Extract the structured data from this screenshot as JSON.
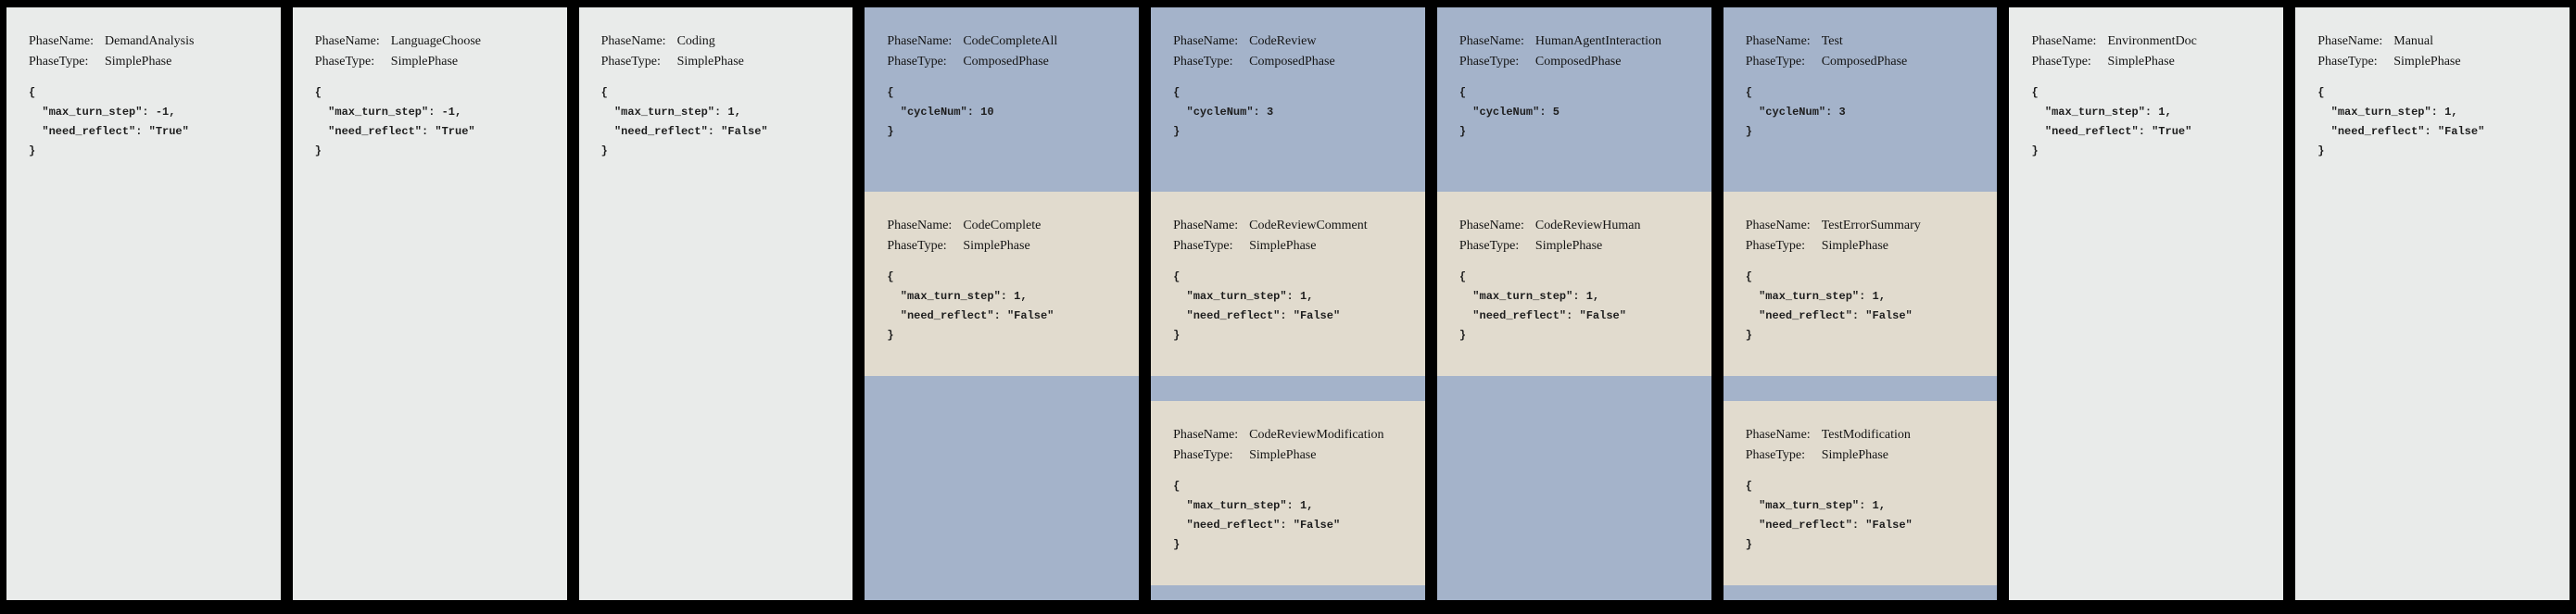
{
  "page": {
    "background": "#000000",
    "colors": {
      "simple_phase_bg": "#e9ebea",
      "composed_phase_bg": "#a4b3ca",
      "nested_simple_phase_bg": "#e1dbce",
      "text": "#141414"
    }
  },
  "labels": {
    "phase_name": "PhaseName:",
    "phase_type": "PhaseType:"
  },
  "phases": [
    {
      "name": "DemandAnalysis",
      "type": "SimplePhase",
      "config": "{\n  \"max_turn_step\": -1,\n  \"need_reflect\": \"True\"\n}"
    },
    {
      "name": "LanguageChoose",
      "type": "SimplePhase",
      "config": "{\n  \"max_turn_step\": -1,\n  \"need_reflect\": \"True\"\n}"
    },
    {
      "name": "Coding",
      "type": "SimplePhase",
      "config": "{\n  \"max_turn_step\": 1,\n  \"need_reflect\": \"False\"\n}"
    },
    {
      "name": "CodeCompleteAll",
      "type": "ComposedPhase",
      "config": "{\n  \"cycleNum\": 10\n}",
      "children": [
        {
          "name": "CodeComplete",
          "type": "SimplePhase",
          "config": "{\n  \"max_turn_step\": 1,\n  \"need_reflect\": \"False\"\n}"
        }
      ]
    },
    {
      "name": "CodeReview",
      "type": "ComposedPhase",
      "config": "{\n  \"cycleNum\": 3\n}",
      "children": [
        {
          "name": "CodeReviewComment",
          "type": "SimplePhase",
          "config": "{\n  \"max_turn_step\": 1,\n  \"need_reflect\": \"False\"\n}"
        },
        {
          "name": "CodeReviewModification",
          "type": "SimplePhase",
          "config": "{\n  \"max_turn_step\": 1,\n  \"need_reflect\": \"False\"\n}"
        }
      ]
    },
    {
      "name": "HumanAgentInteraction",
      "type": "ComposedPhase",
      "config": "{\n  \"cycleNum\": 5\n}",
      "children": [
        {
          "name": "CodeReviewHuman",
          "type": "SimplePhase",
          "config": "{\n  \"max_turn_step\": 1,\n  \"need_reflect\": \"False\"\n}"
        }
      ]
    },
    {
      "name": "Test",
      "type": "ComposedPhase",
      "config": "{\n  \"cycleNum\": 3\n}",
      "children": [
        {
          "name": "TestErrorSummary",
          "type": "SimplePhase",
          "config": "{\n  \"max_turn_step\": 1,\n  \"need_reflect\": \"False\"\n}"
        },
        {
          "name": "TestModification",
          "type": "SimplePhase",
          "config": "{\n  \"max_turn_step\": 1,\n  \"need_reflect\": \"False\"\n}"
        }
      ]
    },
    {
      "name": "EnvironmentDoc",
      "type": "SimplePhase",
      "config": "{\n  \"max_turn_step\": 1,\n  \"need_reflect\": \"True\"\n}"
    },
    {
      "name": "Manual",
      "type": "SimplePhase",
      "config": "{\n  \"max_turn_step\": 1,\n  \"need_reflect\": \"False\"\n}"
    }
  ]
}
